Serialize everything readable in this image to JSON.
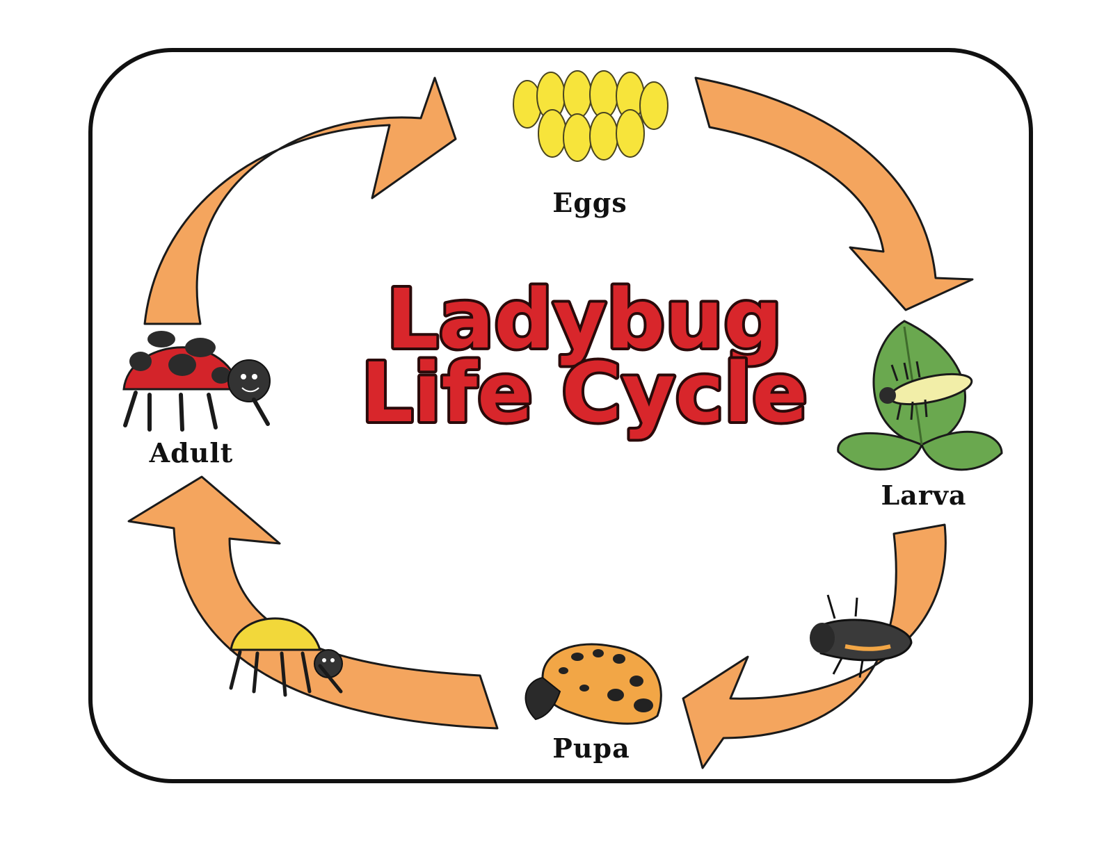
{
  "title": {
    "line1": "Ladybug",
    "line2": "Life Cycle"
  },
  "stages": [
    {
      "id": "eggs",
      "label": "Eggs"
    },
    {
      "id": "larva",
      "label": "Larva"
    },
    {
      "id": "pupa",
      "label": "Pupa"
    },
    {
      "id": "adult",
      "label": "Adult"
    }
  ],
  "colors": {
    "arrow_fill": "#f4a55e",
    "arrow_stroke": "#1a1a1a",
    "title_fill": "#d8262b",
    "title_stroke": "#2a0a0a",
    "egg_fill": "#f7e43b",
    "leaf_fill": "#6aa84f",
    "ladybug_red": "#d3242a",
    "pupa_orange": "#f2a646",
    "pupa_yellow": "#f2d83a",
    "frame_stroke": "#111111"
  }
}
